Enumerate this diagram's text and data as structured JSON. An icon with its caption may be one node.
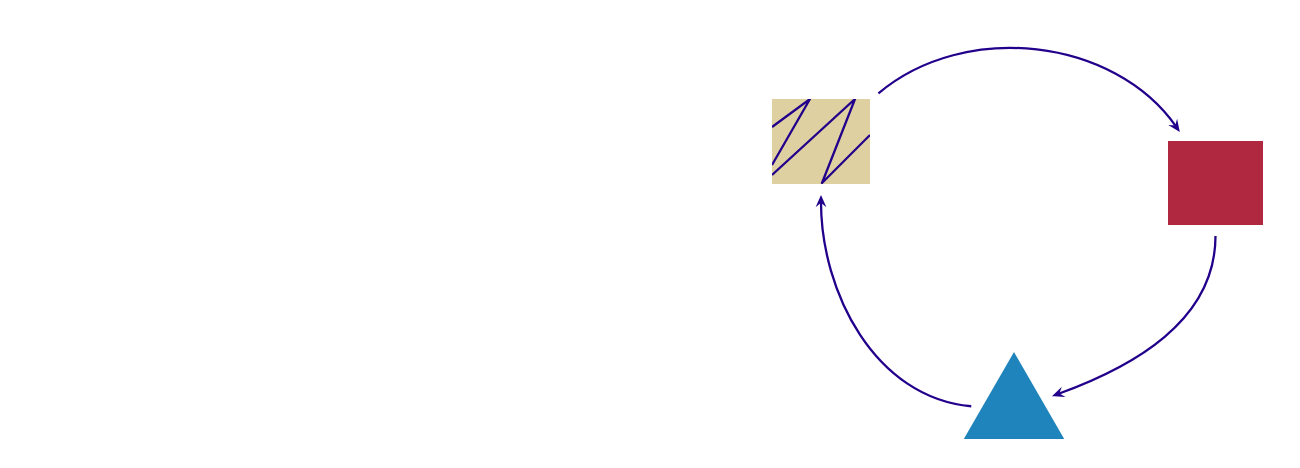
{
  "diagram": {
    "nodes": [
      {
        "text": [],
        "shape": "box"
      },
      {
        "text": [],
        "shape": "box"
      },
      {
        "text": [],
        "shape": "triangle"
      }
    ],
    "edges": [
      {
        "from": 0,
        "to": 1,
        "arrow": "to"
      },
      {
        "from": 1,
        "to": 2,
        "arrow": "to"
      },
      {
        "from": 2,
        "to": 0,
        "arrow": "to"
      }
    ]
  }
}
